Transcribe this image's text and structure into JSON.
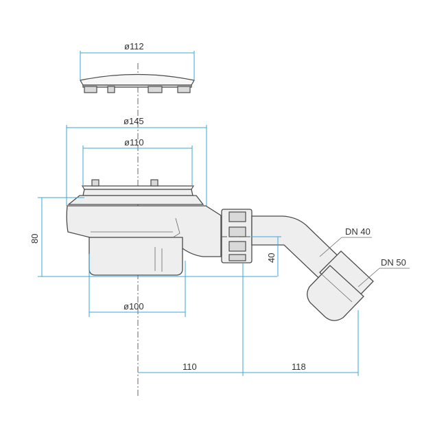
{
  "colors": {
    "dimension": "#3da6d6",
    "outline": "#4a4a4a",
    "fill": "#eeeeee",
    "text": "#333333"
  },
  "dimensions": {
    "cover_diameter": "ø112",
    "flange_diameter": "ø145",
    "grate_diameter": "ø110",
    "body_height": "80",
    "outlet_height": "40",
    "base_diameter": "ø100",
    "axis_to_outlet": "110",
    "outlet_to_end": "118"
  },
  "labels": {
    "pipe_dn40": "DN 40",
    "pipe_dn50": "DN 50"
  }
}
